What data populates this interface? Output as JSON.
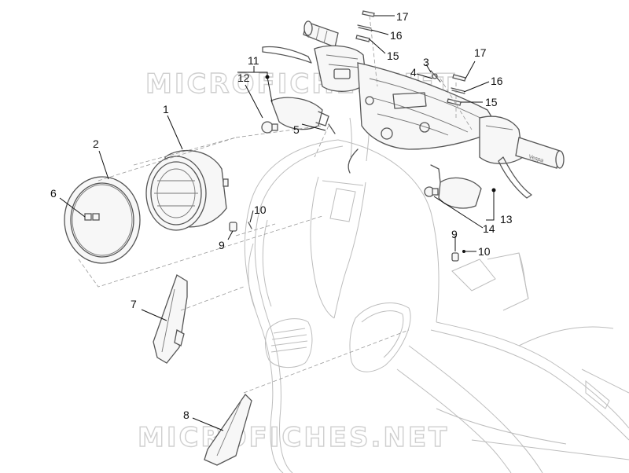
{
  "watermark": {
    "text": "MICROFICHES.NET",
    "color": "#cfcfcf"
  },
  "callouts": {
    "c1": "1",
    "c2": "2",
    "c3": "3",
    "c4": "4",
    "c5": "5",
    "c6": "6",
    "c7": "7",
    "c8": "8",
    "c9a": "9",
    "c9b": "9",
    "c10a": "10",
    "c10b": "10",
    "c11": "11",
    "c12": "12",
    "c13": "13",
    "c14": "14",
    "c15a": "15",
    "c15b": "15",
    "c16a": "16",
    "c16b": "16",
    "c17a": "17",
    "c17b": "17"
  },
  "grip_text": "Vespa",
  "colors": {
    "line": "#555555",
    "body": "#bdbdbd",
    "label": "#111111"
  }
}
